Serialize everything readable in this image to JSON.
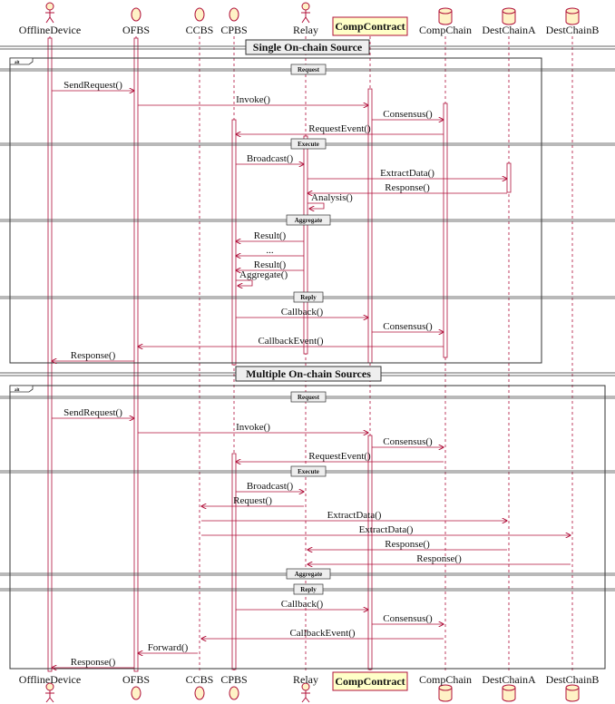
{
  "participants": [
    {
      "id": "offline",
      "label": "OfflineDevice",
      "kind": "actor"
    },
    {
      "id": "ofbs",
      "label": "OFBS",
      "kind": "entity"
    },
    {
      "id": "ccbs",
      "label": "CCBS",
      "kind": "entity"
    },
    {
      "id": "cpbs",
      "label": "CPBS",
      "kind": "entity"
    },
    {
      "id": "relay",
      "label": "Relay",
      "kind": "actor"
    },
    {
      "id": "comp",
      "label": "CompContract",
      "kind": "participant"
    },
    {
      "id": "compchain",
      "label": "CompChain",
      "kind": "database"
    },
    {
      "id": "desta",
      "label": "DestChainA",
      "kind": "database"
    },
    {
      "id": "destb",
      "label": "DestChainB",
      "kind": "database"
    }
  ],
  "sections": [
    {
      "title": "Single On-chain Source"
    },
    {
      "title": "Multiple On-chain Sources"
    }
  ],
  "fragment_tag": "alt",
  "phases": [
    "Request",
    "Execute",
    "Aggregate",
    "Reply"
  ],
  "messages": [
    {
      "from": "offline",
      "to": "ofbs",
      "label": "SendRequest()"
    },
    {
      "from": "ofbs",
      "to": "comp",
      "label": "Invoke()"
    },
    {
      "from": "comp",
      "to": "compchain",
      "label": "Consensus()"
    },
    {
      "from": "compchain",
      "to": "cpbs",
      "label": "RequestEvent()"
    },
    {
      "from": "cpbs",
      "to": "relay",
      "label": "Broadcast()"
    },
    {
      "from": "relay",
      "to": "desta",
      "label": "ExtractData()"
    },
    {
      "from": "desta",
      "to": "relay",
      "label": "Response()"
    },
    {
      "from": "relay",
      "to": "relay",
      "label": "Analysis()"
    },
    {
      "from": "relay",
      "to": "cpbs",
      "label": "Result()"
    },
    {
      "from": "relay",
      "to": "cpbs",
      "label": "..."
    },
    {
      "from": "relay",
      "to": "cpbs",
      "label": "Result()"
    },
    {
      "from": "cpbs",
      "to": "cpbs",
      "label": "Aggregate()"
    },
    {
      "from": "cpbs",
      "to": "comp",
      "label": "Callback()"
    },
    {
      "from": "comp",
      "to": "compchain",
      "label": "Consensus()"
    },
    {
      "from": "compchain",
      "to": "ofbs",
      "label": "CallbackEvent()"
    },
    {
      "from": "ofbs",
      "to": "offline",
      "label": "Response()"
    },
    {
      "from": "offline",
      "to": "ofbs",
      "label": "SendRequest()"
    },
    {
      "from": "ofbs",
      "to": "comp",
      "label": "Invoke()"
    },
    {
      "from": "comp",
      "to": "compchain",
      "label": "Consensus()"
    },
    {
      "from": "compchain",
      "to": "cpbs",
      "label": "RequestEvent()"
    },
    {
      "from": "cpbs",
      "to": "relay",
      "label": "Broadcast()"
    },
    {
      "from": "relay",
      "to": "ccbs",
      "label": "Request()"
    },
    {
      "from": "ccbs",
      "to": "desta",
      "label": "ExtractData()"
    },
    {
      "from": "ccbs",
      "to": "destb",
      "label": "ExtractData()"
    },
    {
      "from": "desta",
      "to": "relay",
      "label": "Response()"
    },
    {
      "from": "destb",
      "to": "relay",
      "label": "Response()"
    },
    {
      "from": "cpbs",
      "to": "comp",
      "label": "Callback()"
    },
    {
      "from": "comp",
      "to": "compchain",
      "label": "Consensus()"
    },
    {
      "from": "compchain",
      "to": "ccbs",
      "label": "CallbackEvent()"
    },
    {
      "from": "ccbs",
      "to": "ofbs",
      "label": "Forward()"
    },
    {
      "from": "ofbs",
      "to": "offline",
      "label": "Response()"
    }
  ],
  "colors": {
    "line": "#b0103a",
    "life": "#b0103a",
    "text": "#111111",
    "contract_fill": "#ffffc8",
    "entity_fill": "#fff2c6"
  }
}
